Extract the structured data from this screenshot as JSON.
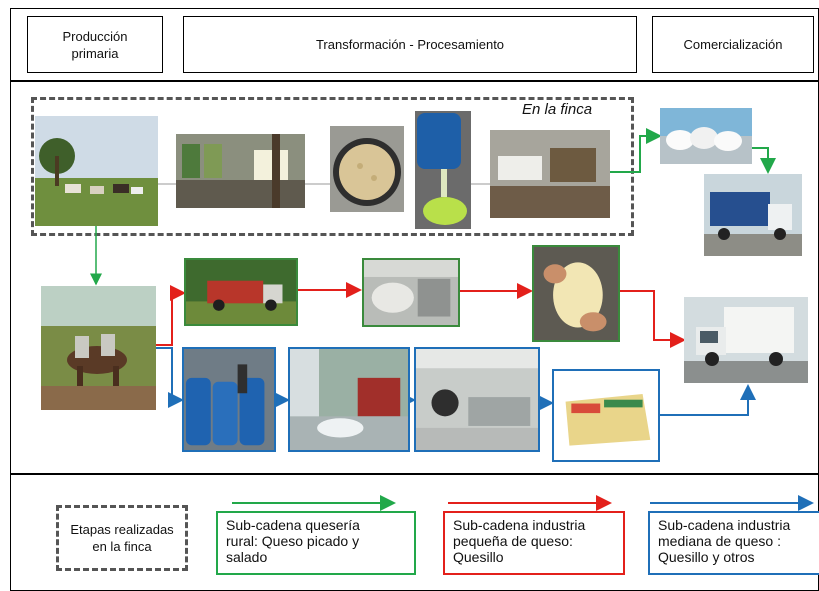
{
  "header": {
    "stage_primary": "Producción\nprimaria",
    "stage_transform": "Transformación - Procesamiento",
    "stage_commerce": "Comercialización"
  },
  "farm_area": {
    "label": "En la finca"
  },
  "legend": {
    "farm": "Etapas realizadas\nen  la finca",
    "green": "Sub-cadena quesería\nrural: Queso picado y\nsalado",
    "red": "Sub-cadena industria\npequeña de queso:\nQuesillo",
    "blue": "Sub-cadena industria\nmediana de queso :\nQuesillo y otros"
  },
  "colors": {
    "green": "#22a84a",
    "red": "#e3201b",
    "blue": "#1f6fb8",
    "farm_border": "#555555"
  }
}
